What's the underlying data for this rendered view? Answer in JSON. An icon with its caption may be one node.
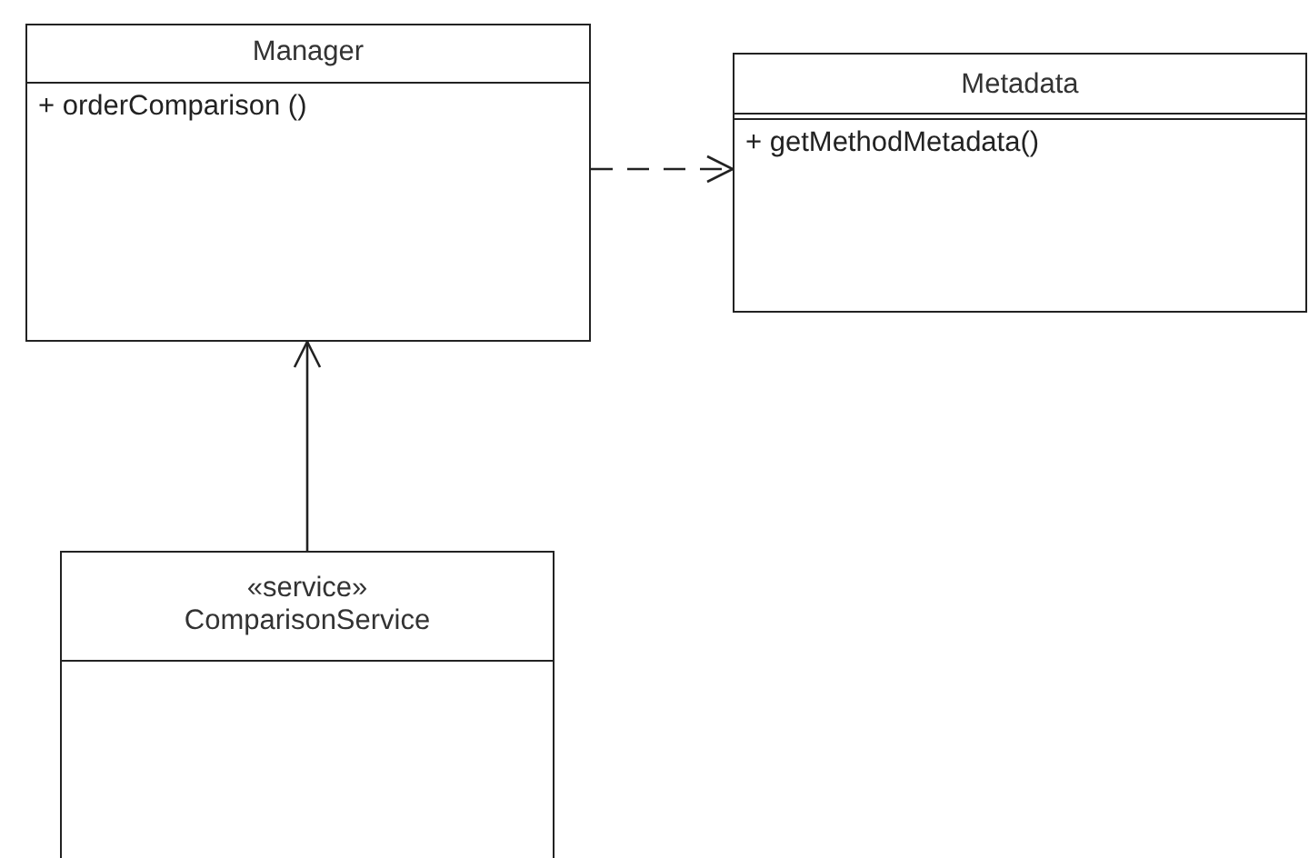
{
  "diagram": {
    "nodes": [
      {
        "text": [
          "Manager",
          "+ orderComparison ()"
        ]
      },
      {
        "text": [
          "Metadata",
          "+ getMethodMetadata()"
        ]
      },
      {
        "text": [
          "«service»",
          "ComparisonService"
        ]
      }
    ],
    "edges": [
      {
        "from": 0,
        "to": 1,
        "arrow": "to",
        "style": "dashed"
      },
      {
        "from": 2,
        "to": 0,
        "arrow": "to"
      }
    ]
  }
}
